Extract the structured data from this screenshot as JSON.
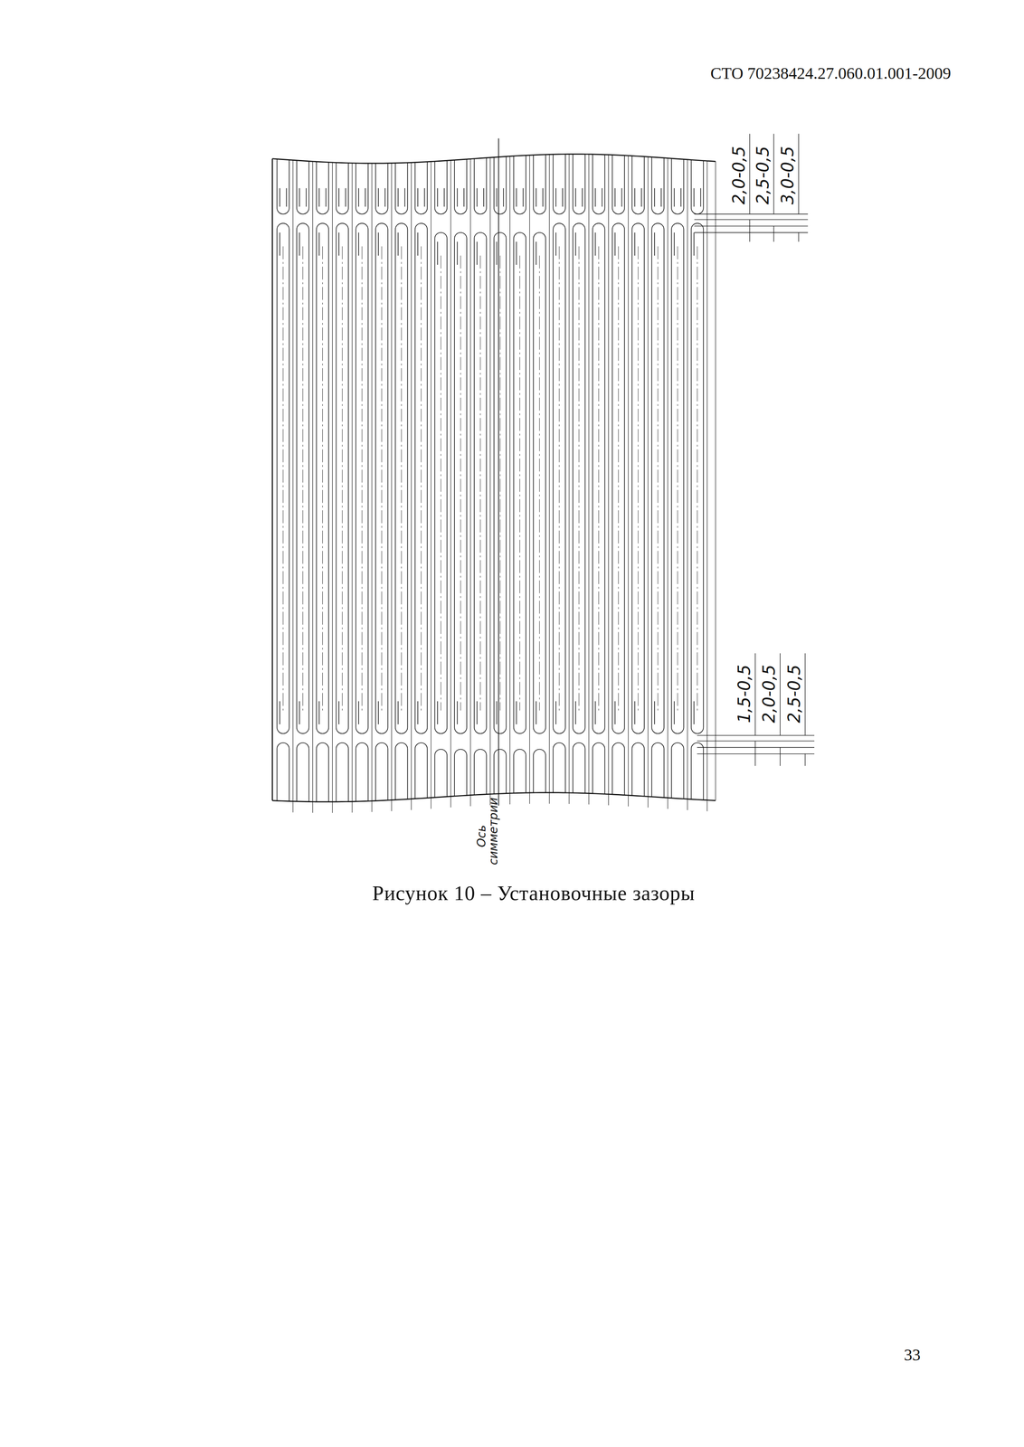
{
  "diagram": {
    "caption": "Рисунок 10 – Установочные зазоры",
    "labels": [
      "СТО 70238424.27.060.01.001-2009",
      "2,0-0,5",
      "2,5-0,5",
      "3,0-0,5",
      "1,5-0,5",
      "2,0-0,5",
      "2,5-0,5",
      "Ось симметрии",
      "33"
    ]
  }
}
